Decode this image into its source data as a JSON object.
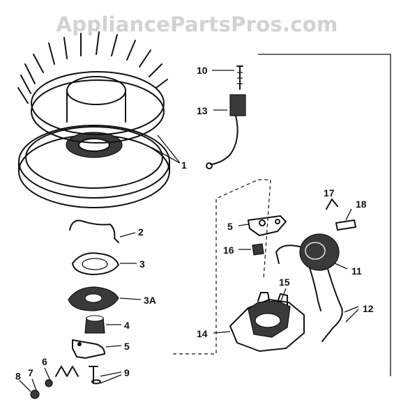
{
  "watermark": "AppliancePartsPros.com",
  "labels": {
    "p1": "1",
    "p2": "2",
    "p3": "3",
    "p3a": "3A",
    "p4": "4",
    "p5a": "5",
    "p5b": "5",
    "p6": "6",
    "p7": "7",
    "p8": "8",
    "p9": "9",
    "p10": "10",
    "p11": "11",
    "p12": "12",
    "p13": "13",
    "p14": "14",
    "p15": "15",
    "p16": "16",
    "p17": "17",
    "p18": "18"
  }
}
